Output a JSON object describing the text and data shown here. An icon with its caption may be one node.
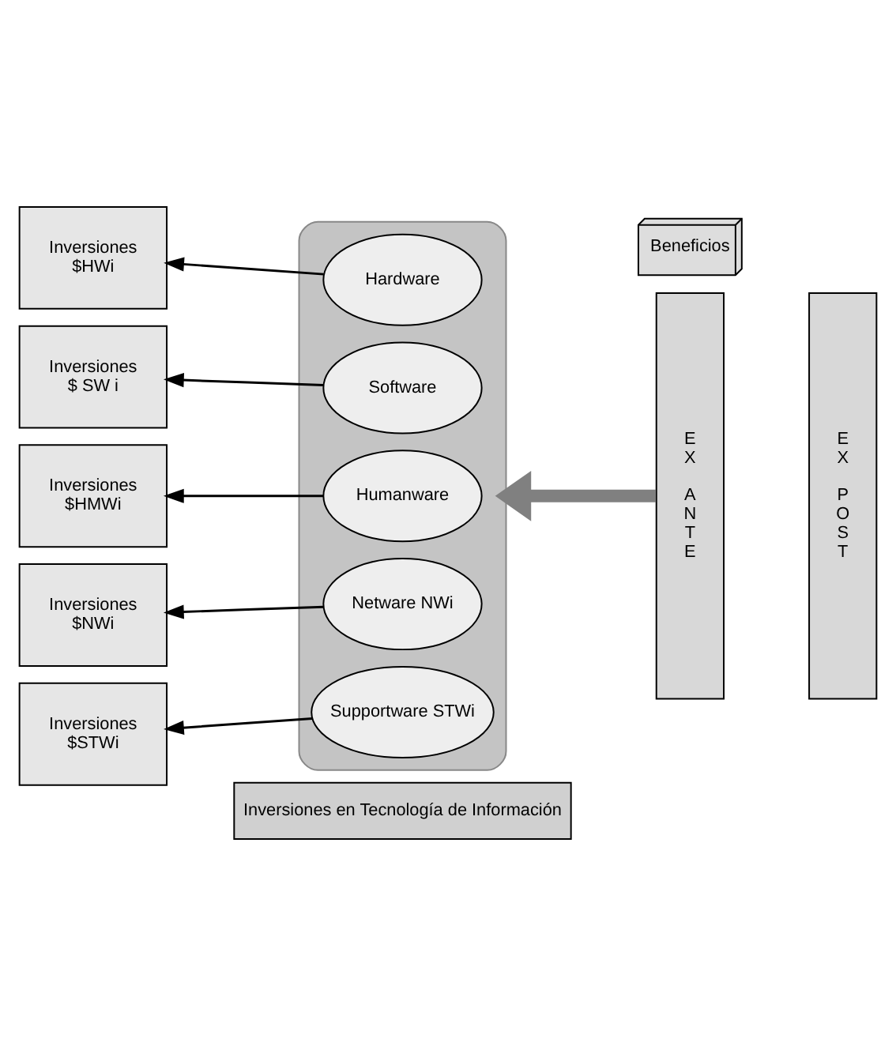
{
  "diagram": {
    "nodes": [
      {
        "text": [
          "Inversiones en Tecnología de Información"
        ]
      },
      {
        "text": [],
        "shape": "cylinder"
      },
      {
        "text": [
          "Hardware"
        ],
        "in": 1
      },
      {
        "text": [
          "Software"
        ],
        "in": 1
      },
      {
        "text": [
          "Humanware"
        ],
        "in": 1
      },
      {
        "text": [
          "Netware NWi"
        ],
        "in": 1
      },
      {
        "text": [
          "Supportware STWi"
        ],
        "in": 1
      },
      {
        "text": [
          "Inversiones",
          "$HWi"
        ]
      },
      {
        "text": [
          "Inversiones",
          "$ SW i"
        ]
      },
      {
        "text": [
          "Inversiones",
          "$HMWi"
        ]
      },
      {
        "text": [
          "Inversiones",
          "$NWi"
        ]
      },
      {
        "text": [
          "Inversiones",
          "$STWi"
        ]
      },
      {
        "text": [
          "Beneficios"
        ]
      },
      {
        "text": [
          "EX ANTE"
        ]
      },
      {
        "text": [
          "EX POST"
        ]
      }
    ],
    "edges": [
      {
        "from": 2,
        "to": 7,
        "arrow": "to"
      },
      {
        "from": 3,
        "to": 8,
        "arrow": "to"
      },
      {
        "from": 4,
        "to": 9,
        "arrow": "to"
      },
      {
        "from": 5,
        "to": 10,
        "arrow": "to"
      },
      {
        "from": 6,
        "to": 11,
        "arrow": "to"
      },
      {
        "from": 13,
        "to": 1,
        "arrow": "to",
        "style": "thick",
        "color": "#808080"
      }
    ]
  }
}
